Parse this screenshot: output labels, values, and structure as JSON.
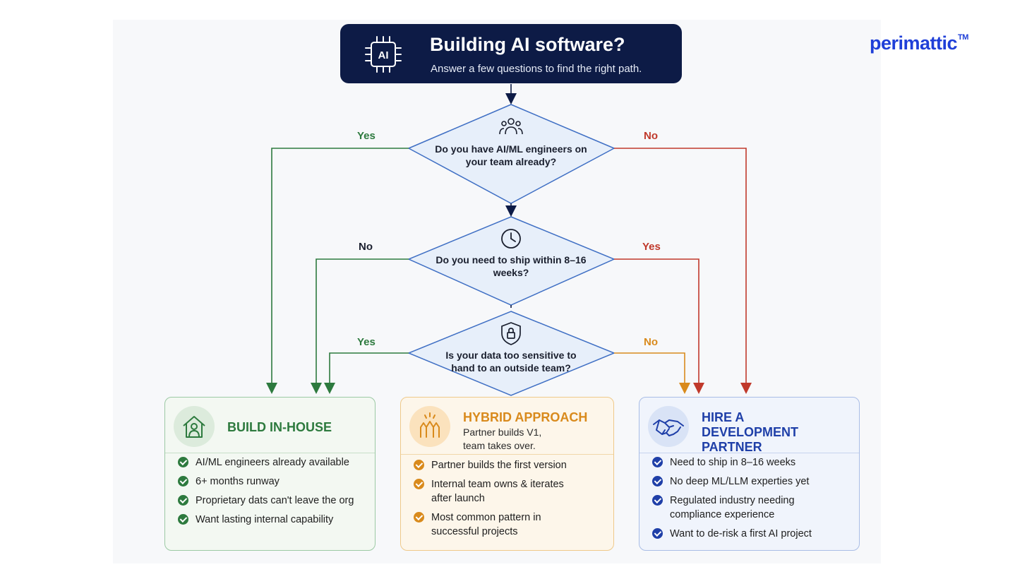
{
  "brand": {
    "name": "perimattic",
    "tm": "TM"
  },
  "header": {
    "chip_label": "AI",
    "title": "Building AI software?",
    "subtitle": "Answer a few questions to find the right path."
  },
  "questions": [
    {
      "text": "Do you have AI/ML engineers on your team already?",
      "icon": "team-icon",
      "yes_label": "Yes",
      "no_label": "No"
    },
    {
      "text": "Do you need to ship within 8–16 weeks?",
      "icon": "clock-icon",
      "yes_label": "Yes",
      "no_label": "No"
    },
    {
      "text": "Is your data too sensitive to hand to an outside team?",
      "icon": "shield-lock-icon",
      "yes_label": "Yes",
      "no_label": "No"
    }
  ],
  "colors": {
    "navy": "#0d1b46",
    "green": "#2d7a3e",
    "red": "#c0392b",
    "orange": "#d98a1c",
    "blue": "#1f3fa8",
    "brand": "#1f3fd8"
  },
  "outcomes": {
    "in_house": {
      "icon": "house-person-icon",
      "title": "BUILD IN-HOUSE",
      "bullets": [
        "AI/ML engineers already available",
        "6+ months runway",
        "Proprietary dats can't leave the org",
        "Want lasting internal capability"
      ]
    },
    "hybrid": {
      "icon": "high-five-icon",
      "title": "HYBRID APPROACH",
      "subtitle_line1": "Partner builds V1,",
      "subtitle_line2": "team takes over.",
      "bullets": [
        "Partner builds the first version",
        "Internal team owns & iterates after launch",
        "Most common pattern in successful projects"
      ]
    },
    "partner": {
      "icon": "handshake-icon",
      "title_line1": "HIRE A",
      "title_line2": "DEVELOPMENT PARTNER",
      "bullets": [
        "Need to ship in 8–16 weeks",
        "No deep ML/LLM experties yet",
        "Regulated industry needing compliance experience",
        "Want to de-risk a first AI project"
      ]
    }
  }
}
